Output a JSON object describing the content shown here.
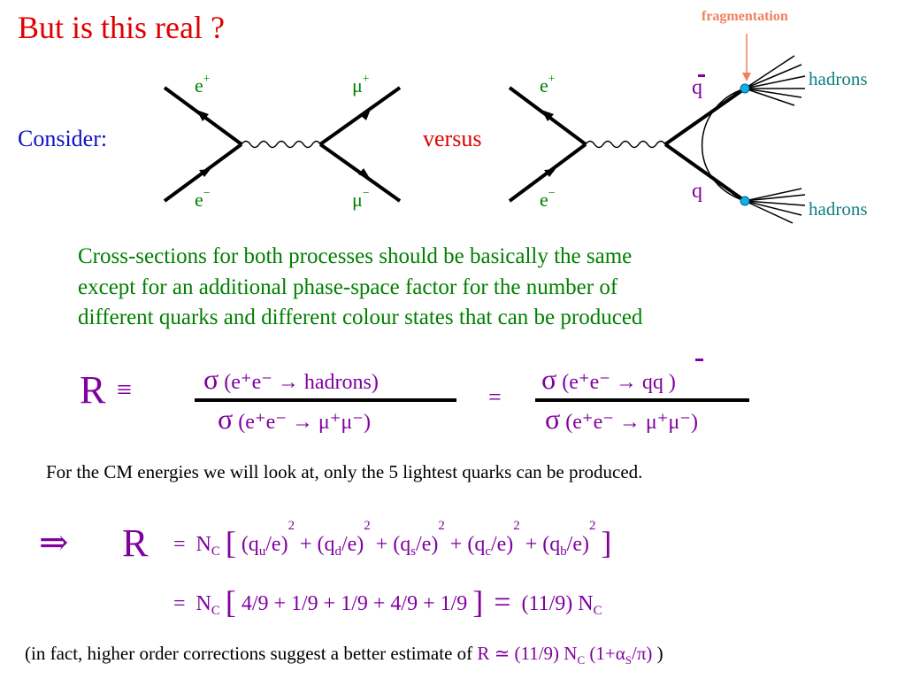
{
  "slide": {
    "title": "But is this real ?",
    "consider_label": "Consider:",
    "versus_label": "versus",
    "fragmentation_label": "fragmentation",
    "hadrons_top": "hadrons",
    "hadrons_bottom": "hadrons"
  },
  "diagram1": {
    "e_plus": "e",
    "e_plus_sup": "+",
    "e_minus": "e",
    "e_minus_sup": "−",
    "mu_plus": "μ",
    "mu_plus_sup": "+",
    "mu_minus": "μ",
    "mu_minus_sup": "−"
  },
  "diagram2": {
    "e_plus": "e",
    "e_plus_sup": "+",
    "e_minus": "e",
    "e_minus_sup": "−",
    "q_bar": "q",
    "q": "q"
  },
  "paragraph": {
    "line1": "Cross-sections for both processes should be basically the same",
    "line2": "except for an additional phase-space factor for the number of",
    "line3": "different quarks and different colour states that can be produced"
  },
  "formula_R": {
    "R": "R",
    "equiv": "≡",
    "sigma": "σ",
    "num1": "(e⁺e⁻ →  hadrons)",
    "den1": "(e⁺e⁻ →  μ⁺μ⁻)",
    "equals": "=",
    "num2_prefix": "(e⁺e⁻ →  ",
    "num2_qq": "qq",
    "num2_suffix": " )",
    "den2": "(e⁺e⁻ →  μ⁺μ⁻)"
  },
  "cm_sentence": "For the CM energies we will look at, only the 5 lightest quarks can be produced.",
  "formula_sum": {
    "implies": "⇒",
    "R": "R",
    "eq": "=",
    "Nc_N": "N",
    "Nc_C": "C",
    "lbracket": "[",
    "rbracket": "]",
    "terms": "(q<sub>u</sub>/e)<sup>2</sup> + (q<sub>d</sub>/e)<sup>2</sup> + (q<sub>s</sub>/e)<sup>2</sup> + (q<sub>c</sub>/e)<sup>2</sup> + (q<sub>b</sub>/e)<sup>2</sup>"
  },
  "formula_value": {
    "eq": "=",
    "Nc_N": "N",
    "Nc_C": "C",
    "lbracket": "[",
    "rbracket": "]",
    "terms": "4/9 + 1/9 + 1/9 + 4/9 + 1/9",
    "big_eq": "=",
    "result_prefix": "(11/9) N",
    "result_sub": "C"
  },
  "footnote": {
    "prefix": "(in fact, higher order corrections suggest a better estimate of  ",
    "estimate_R": "R ≃ (11/9) N",
    "estimate_C": "C",
    "estimate_mid": " (1+α",
    "estimate_S": "S",
    "estimate_end": "/π)",
    "suffix": " )"
  },
  "colors": {
    "title": "#e00000",
    "consider": "#1010c8",
    "versus": "#e00000",
    "fragmentation": "#f08060",
    "hadrons": "#108080",
    "paragraph": "#008000",
    "R_symbols": "#8000a0",
    "quark_dot": "#10b0e0"
  }
}
